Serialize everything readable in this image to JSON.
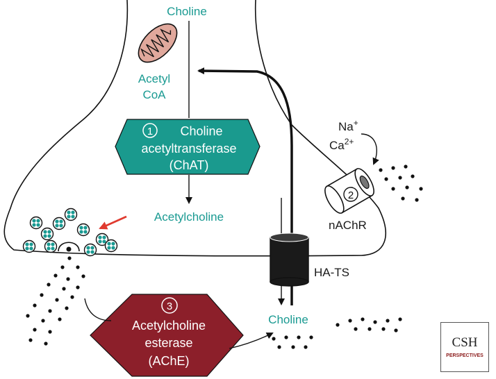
{
  "labels": {
    "choline_top": "Choline",
    "acetyl": "Acetyl",
    "coa": "CoA",
    "chat_num": "1",
    "chat_line1": "Choline",
    "chat_line2": "acetyltransferase",
    "chat_line3": "(ChAT)",
    "acetylcholine": "Acetylcholine",
    "na": "Na",
    "na_sup": "+",
    "ca": "Ca",
    "ca_sup": "2+",
    "nachr_num": "2",
    "nachr": "nAChR",
    "hats": "HA-TS",
    "ache_num": "3",
    "ache_line1": "Acetylcholine",
    "ache_line2": "esterase",
    "ache_line3": "(AChE)",
    "choline_bottom": "Choline"
  },
  "logo": {
    "csh": "CSH",
    "perspectives": "PERSPECTIVES"
  },
  "colors": {
    "teal": "#1a9a92",
    "chat_fill": "#1a9a8e",
    "ache_fill": "#8c1f2a",
    "mito_fill": "#e0a89c",
    "red_arrow": "#e03a2f",
    "ink": "#111111"
  }
}
